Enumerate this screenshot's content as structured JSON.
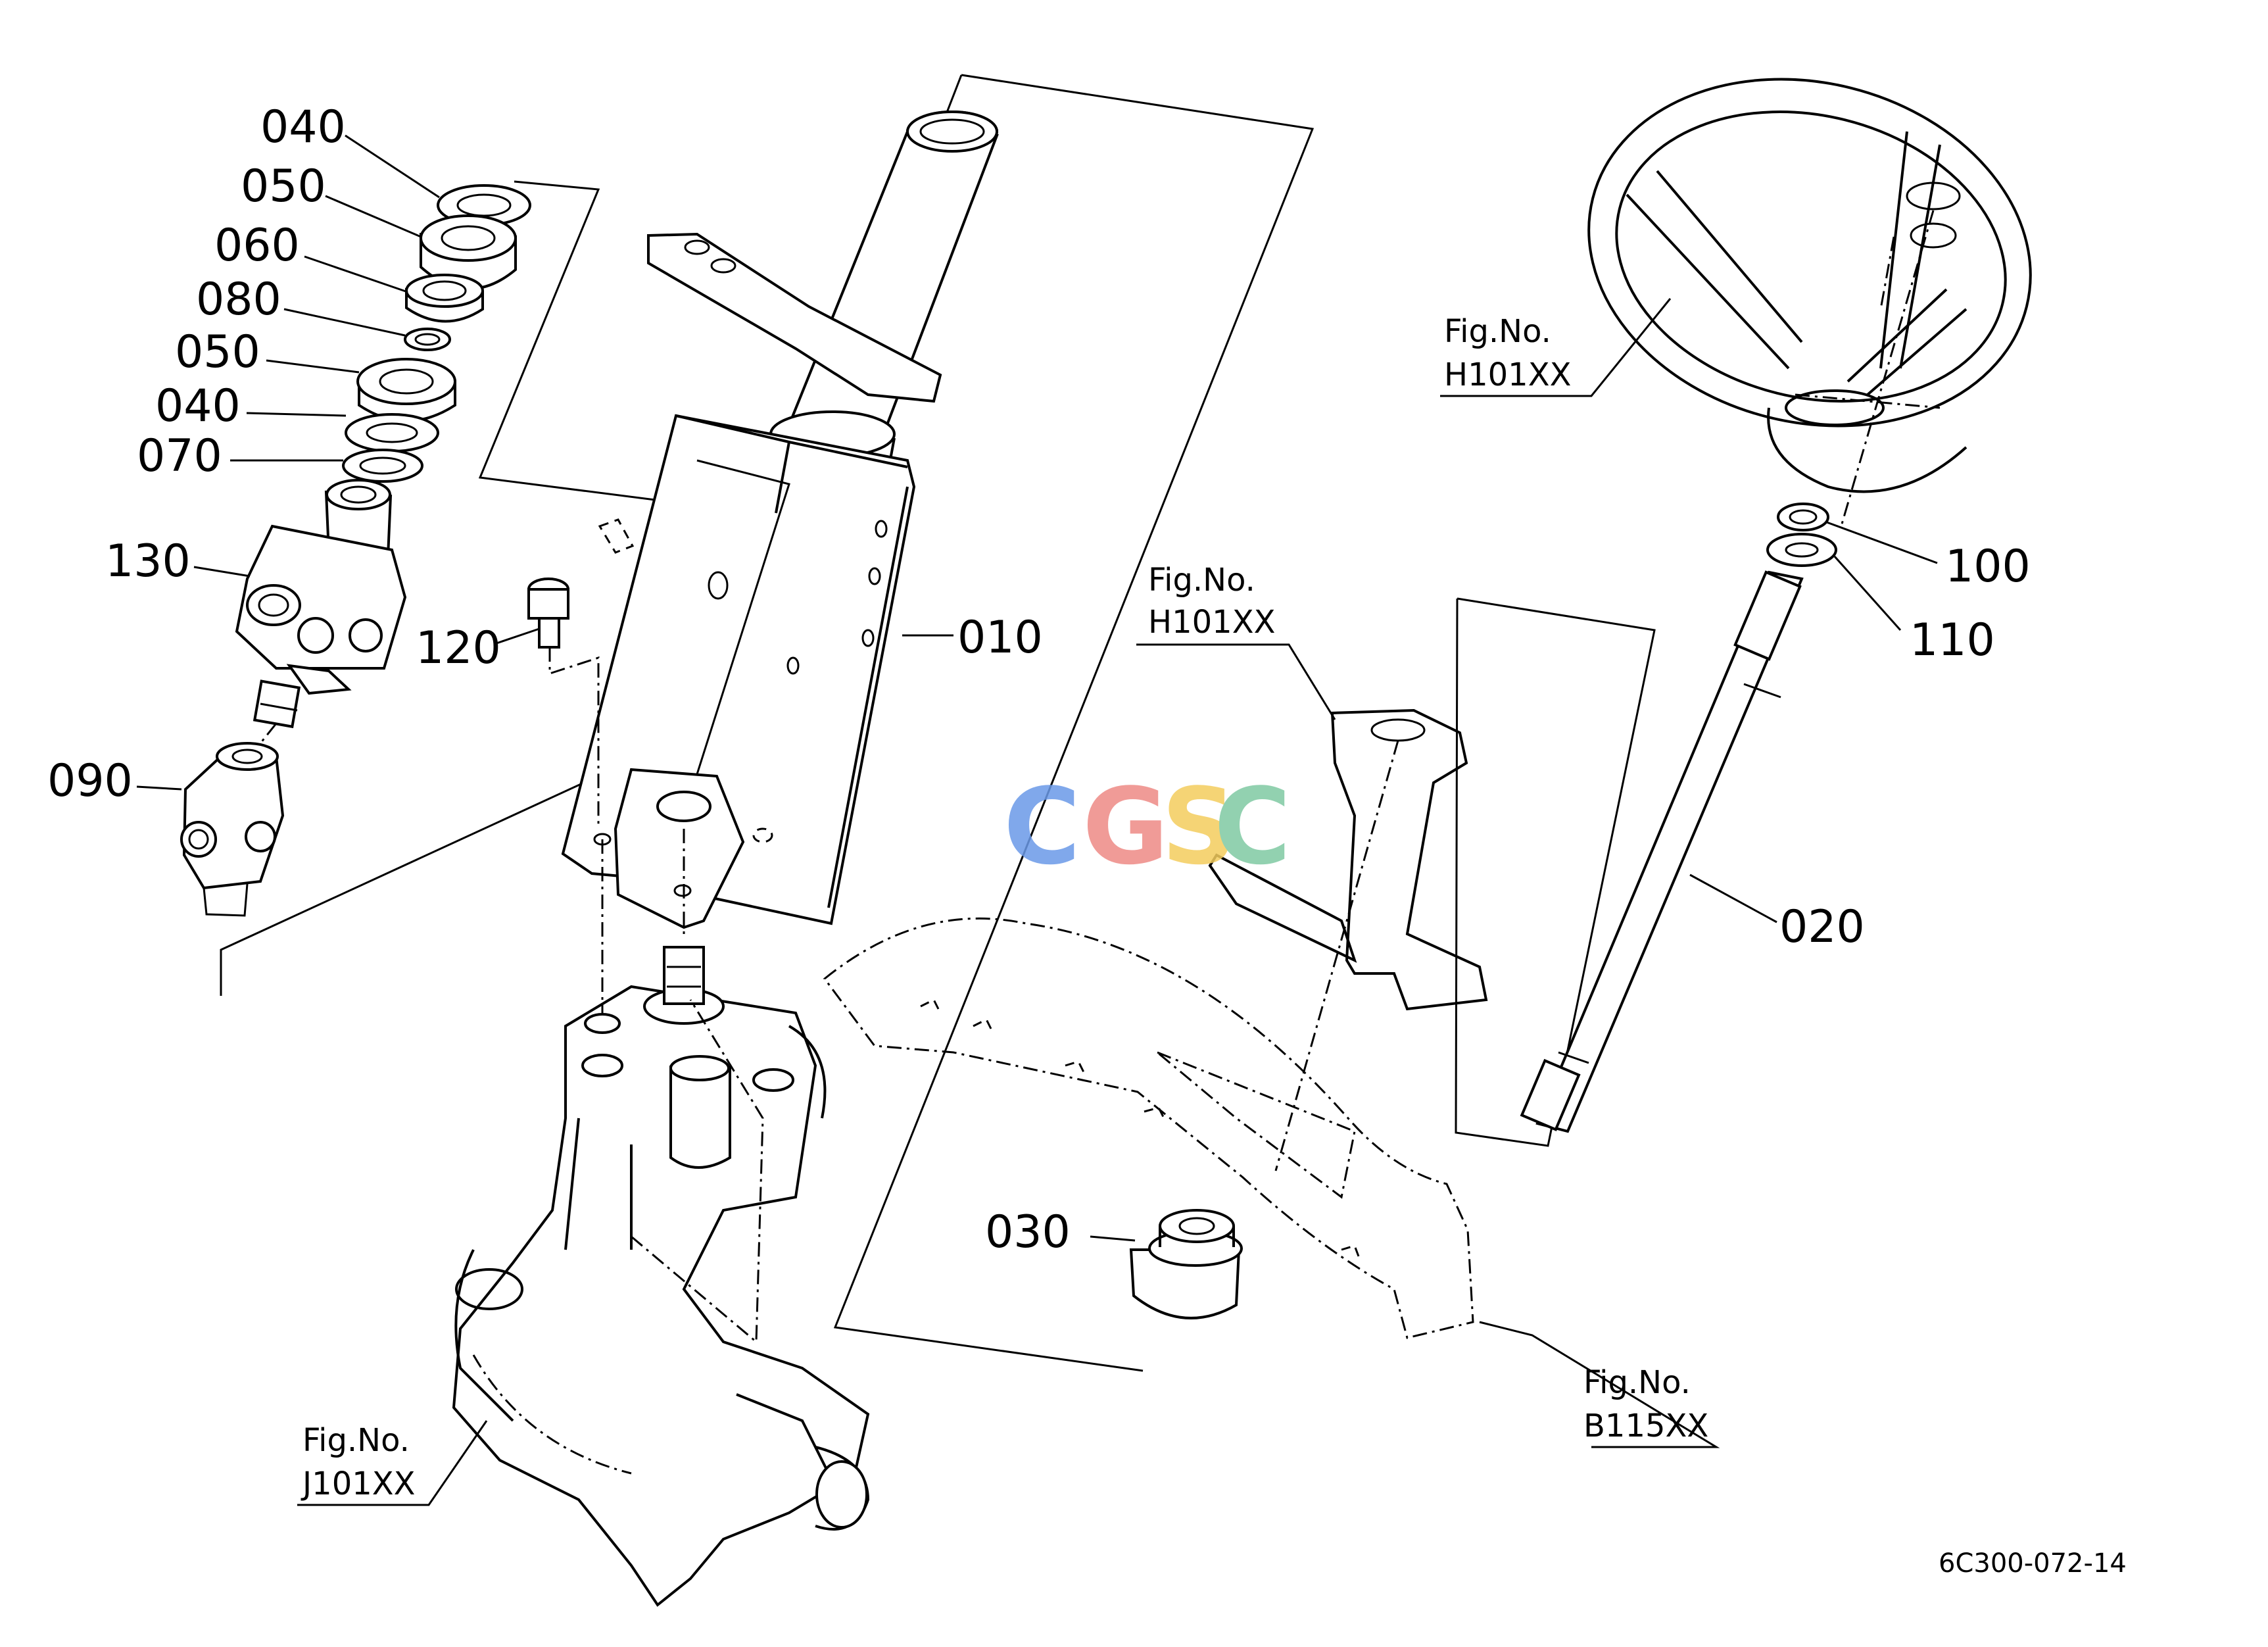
{
  "callouts": {
    "c040a": "040",
    "c050a": "050",
    "c060": "060",
    "c080": "080",
    "c050b": "050",
    "c040b": "040",
    "c070": "070",
    "c130": "130",
    "c120": "120",
    "c090": "090",
    "c010": "010",
    "c030": "030",
    "c100": "100",
    "c110": "110",
    "c020": "020"
  },
  "figure_refs": {
    "steering_wheel": {
      "label": "Fig.No.",
      "code": "H101XX"
    },
    "column_cover": {
      "label": "Fig.No.",
      "code": "H101XX"
    },
    "panel": {
      "label": "Fig.No.",
      "code": "B115XX"
    },
    "gearbox": {
      "label": "Fig.No.",
      "code": "J101XX"
    }
  },
  "watermark": {
    "letters": [
      "C",
      "G",
      "S",
      "C"
    ],
    "colors": [
      "#6b9ae8",
      "#ee8a86",
      "#f4cd5e",
      "#7fc9a3"
    ]
  },
  "document_id": "6C300-072-14"
}
